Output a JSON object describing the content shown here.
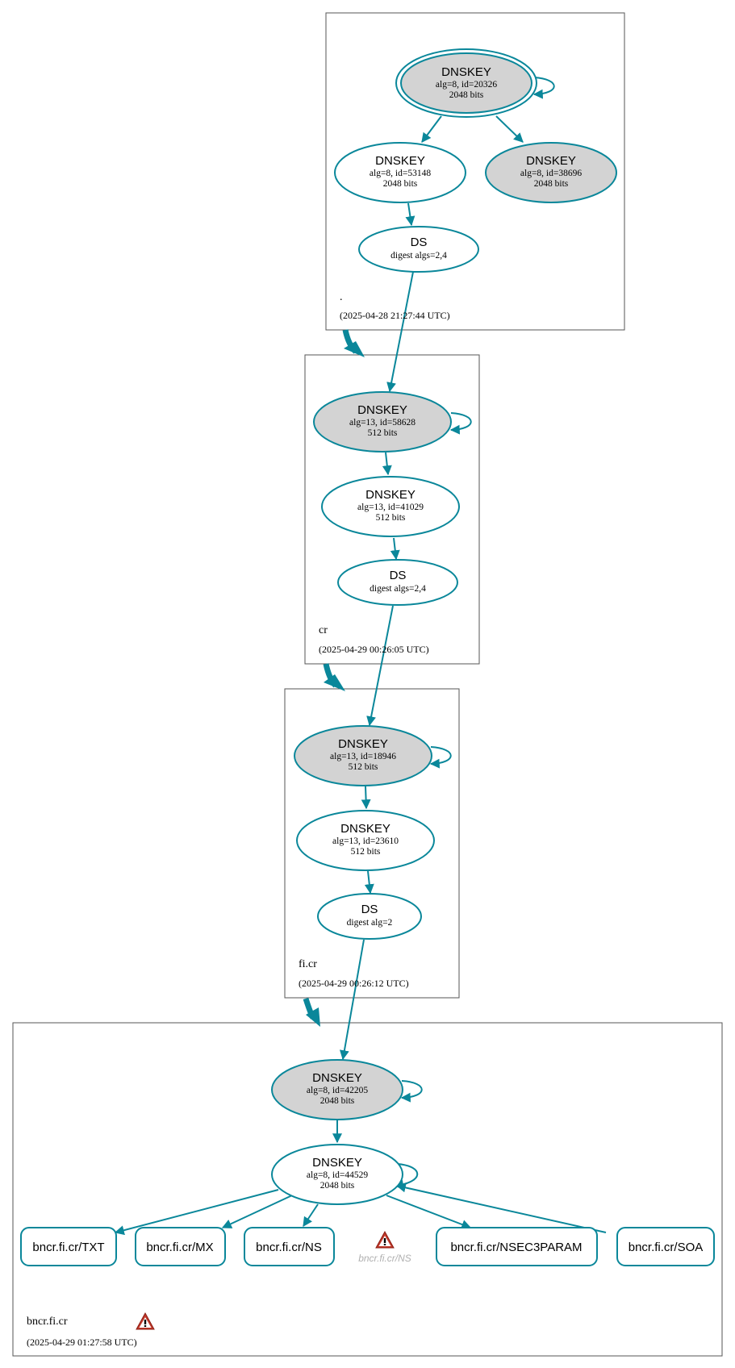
{
  "colors": {
    "edge": "#0a879a",
    "node_fill_ksk": "#d3d3d3",
    "node_fill_plain": "#ffffff",
    "zone_border": "#555555",
    "warning": "#c0392b",
    "ghost_text": "#b0b0b0"
  },
  "zones": {
    "root": {
      "name": ".",
      "timestamp": "(2025-04-28 21:27:44 UTC)"
    },
    "cr": {
      "name": "cr",
      "timestamp": "(2025-04-29 00:26:05 UTC)"
    },
    "fi_cr": {
      "name": "fi.cr",
      "timestamp": "(2025-04-29 00:26:12 UTC)"
    },
    "bncr": {
      "name": "bncr.fi.cr",
      "timestamp": "(2025-04-29 01:27:58 UTC)",
      "warning_icon": "warning-triangle-icon"
    }
  },
  "nodes": {
    "root_dnskey_20326": {
      "title": "DNSKEY",
      "line1": "alg=8, id=20326",
      "line2": "2048 bits"
    },
    "root_dnskey_53148": {
      "title": "DNSKEY",
      "line1": "alg=8, id=53148",
      "line2": "2048 bits"
    },
    "root_dnskey_38696": {
      "title": "DNSKEY",
      "line1": "alg=8, id=38696",
      "line2": "2048 bits"
    },
    "root_ds": {
      "title": "DS",
      "line1": "digest algs=2,4"
    },
    "cr_dnskey_58628": {
      "title": "DNSKEY",
      "line1": "alg=13, id=58628",
      "line2": "512 bits"
    },
    "cr_dnskey_41029": {
      "title": "DNSKEY",
      "line1": "alg=13, id=41029",
      "line2": "512 bits"
    },
    "cr_ds": {
      "title": "DS",
      "line1": "digest algs=2,4"
    },
    "fi_dnskey_18946": {
      "title": "DNSKEY",
      "line1": "alg=13, id=18946",
      "line2": "512 bits"
    },
    "fi_dnskey_23610": {
      "title": "DNSKEY",
      "line1": "alg=13, id=23610",
      "line2": "512 bits"
    },
    "fi_ds": {
      "title": "DS",
      "line1": "digest alg=2"
    },
    "bncr_dnskey_42205": {
      "title": "DNSKEY",
      "line1": "alg=8, id=42205",
      "line2": "2048 bits"
    },
    "bncr_dnskey_44529": {
      "title": "DNSKEY",
      "line1": "alg=8, id=44529",
      "line2": "2048 bits"
    }
  },
  "rrsets": {
    "txt": "bncr.fi.cr/TXT",
    "mx": "bncr.fi.cr/MX",
    "ns": "bncr.fi.cr/NS",
    "ns_missing": "bncr.fi.cr/NS",
    "nsec3param": "bncr.fi.cr/NSEC3PARAM",
    "soa": "bncr.fi.cr/SOA"
  }
}
